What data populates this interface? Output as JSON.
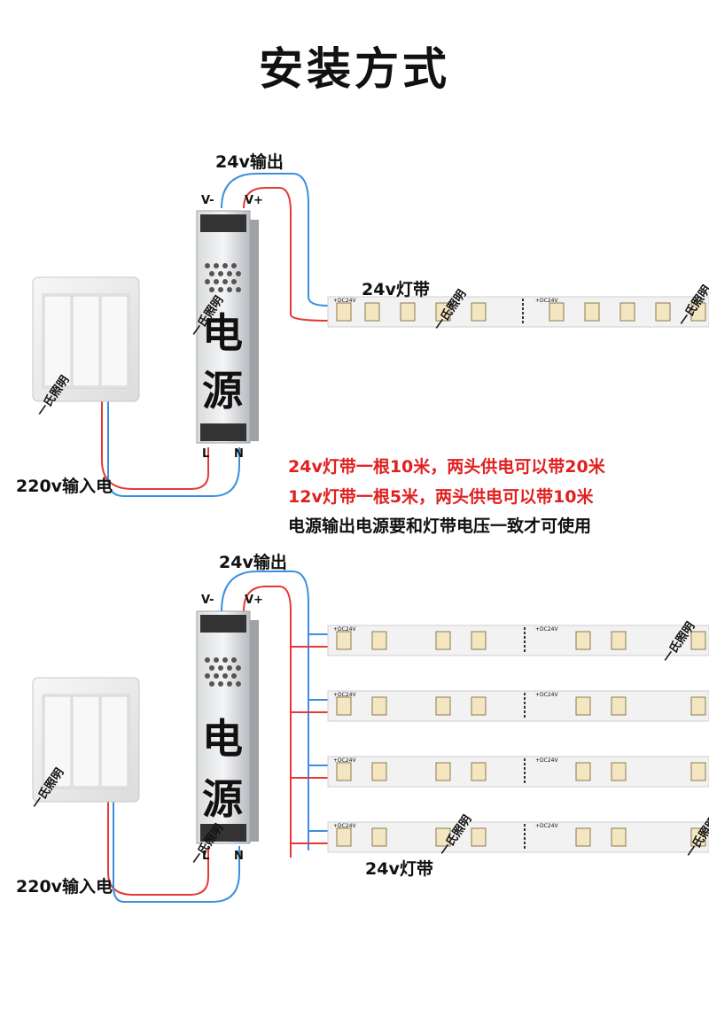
{
  "title": "安装方式",
  "top": {
    "output_label": "24v输出",
    "v_minus": "V-",
    "v_plus": "V+",
    "strip_label": "24v灯带",
    "power_chars": [
      "电",
      "源"
    ],
    "l_label": "L",
    "n_label": "N",
    "input_label": "220v输入电",
    "watermark": "一氏照明"
  },
  "notes": {
    "line1": "24v灯带一根10米，两头供电可以带20米",
    "line2": "12v灯带一根5米，两头供电可以带10米",
    "line3": "电源输出电源要和灯带电压一致才可使用"
  },
  "bottom": {
    "output_label": "24v输出",
    "v_minus": "V-",
    "v_plus": "V+",
    "strip_label": "24v灯带",
    "power_chars": [
      "电",
      "源"
    ],
    "l_label": "L",
    "n_label": "N",
    "input_label": "220v输入电",
    "watermark": "一氏照明"
  },
  "strip_print": {
    "dc_minus": "+DC24V",
    "dc_plus": "+DC24V"
  },
  "colors": {
    "wire_red": "#e53935",
    "wire_blue": "#3b8fe0",
    "note_red": "#e02020"
  }
}
